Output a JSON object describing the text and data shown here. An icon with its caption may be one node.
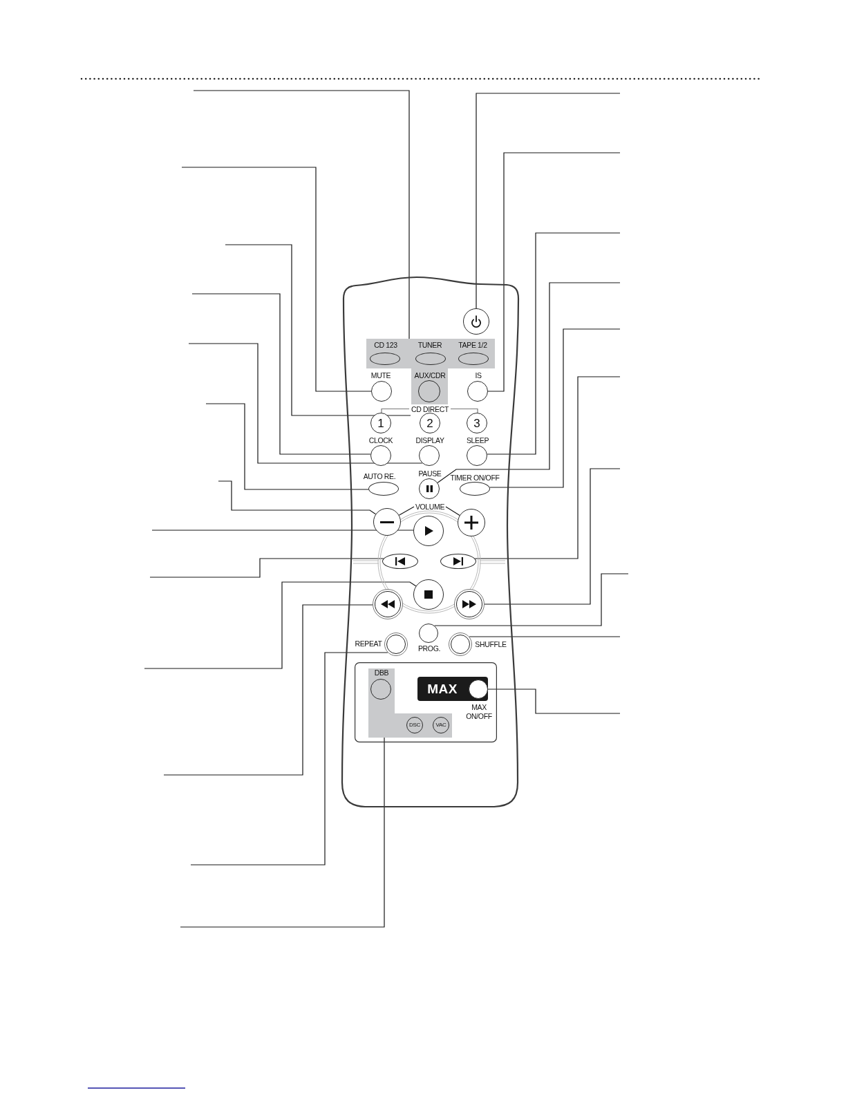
{
  "diagram": {
    "nodes": [
      {
        "text": [],
        "shape": "remote"
      },
      {
        "text": [],
        "shape": "circle",
        "in": 0
      },
      {
        "text": [],
        "shape": "box",
        "in": 0
      },
      {
        "text": [
          "CD 123"
        ],
        "in": 2
      },
      {
        "text": [
          "TUNER"
        ],
        "in": 2
      },
      {
        "text": [
          "TAPE 1/2"
        ],
        "in": 2
      },
      {
        "text": [
          "MUTE"
        ],
        "in": 0
      },
      {
        "text": [
          "AUX/CDR"
        ],
        "in": 0
      },
      {
        "text": [
          "IS"
        ],
        "in": 0
      },
      {
        "text": [
          "CD DIRECT"
        ],
        "in": 0
      },
      {
        "text": [
          "1"
        ],
        "in": 9
      },
      {
        "text": [
          "2"
        ],
        "in": 9
      },
      {
        "text": [
          "3"
        ],
        "in": 9
      },
      {
        "text": [
          "CLOCK"
        ],
        "in": 0
      },
      {
        "text": [
          "DISPLAY"
        ],
        "in": 0
      },
      {
        "text": [
          "SLEEP"
        ],
        "in": 0
      },
      {
        "text": [
          "AUTO RE."
        ],
        "in": 0
      },
      {
        "text": [
          "PAUSE"
        ],
        "in": 0
      },
      {
        "text": [
          "TIMER ON/OFF"
        ],
        "in": 0
      },
      {
        "text": [
          "VOLUME"
        ],
        "in": 0
      },
      {
        "text": [],
        "shape": "circle",
        "in": 0
      },
      {
        "text": [],
        "shape": "circle",
        "in": 0
      },
      {
        "text": [],
        "shape": "circle",
        "in": 0
      },
      {
        "text": [],
        "shape": "oval",
        "in": 0
      },
      {
        "text": [],
        "shape": "oval",
        "in": 0
      },
      {
        "text": [],
        "shape": "circle",
        "in": 0
      },
      {
        "text": [],
        "shape": "circle",
        "in": 0
      },
      {
        "text": [],
        "shape": "circle",
        "in": 0
      },
      {
        "text": [
          "REPEAT"
        ],
        "in": 0
      },
      {
        "text": [
          "PROG."
        ],
        "in": 0
      },
      {
        "text": [
          "SHUFFLE"
        ],
        "in": 0
      },
      {
        "text": [],
        "shape": "box",
        "in": 0
      },
      {
        "text": [],
        "shape": "box",
        "in": 31
      },
      {
        "text": [
          "DBB"
        ],
        "in": 32
      },
      {
        "text": [
          "MAX"
        ],
        "in": 31
      },
      {
        "text": [],
        "shape": "circle",
        "in": 34,
        "beside": [
          "MAX ON/OFF"
        ]
      },
      {
        "text": [
          "DSC"
        ],
        "in": 32
      },
      {
        "text": [
          "VAC"
        ],
        "in": 32
      }
    ],
    "edges": [
      {
        "from": null,
        "to": 2,
        "arrow": "none"
      },
      {
        "from": null,
        "to": 6,
        "arrow": "none"
      },
      {
        "from": null,
        "to": 9,
        "arrow": "none"
      },
      {
        "from": null,
        "to": 13,
        "arrow": "none"
      },
      {
        "from": null,
        "to": 14,
        "arrow": "none"
      },
      {
        "from": null,
        "to": 16,
        "arrow": "none"
      },
      {
        "from": null,
        "to": 20,
        "arrow": "none"
      },
      {
        "from": null,
        "to": 22,
        "arrow": "none"
      },
      {
        "from": null,
        "to": 23,
        "arrow": "none"
      },
      {
        "from": null,
        "to": 25,
        "arrow": "none"
      },
      {
        "from": null,
        "to": 26,
        "arrow": "none"
      },
      {
        "from": null,
        "to": 28,
        "arrow": "none"
      },
      {
        "from": null,
        "to": 32,
        "arrow": "none"
      },
      {
        "from": null,
        "to": 1,
        "arrow": "none"
      },
      {
        "from": null,
        "to": 8,
        "arrow": "none"
      },
      {
        "from": null,
        "to": 15,
        "arrow": "none"
      },
      {
        "from": null,
        "to": 17,
        "arrow": "none"
      },
      {
        "from": null,
        "to": 18,
        "arrow": "none"
      },
      {
        "from": null,
        "to": 24,
        "arrow": "none"
      },
      {
        "from": null,
        "to": 27,
        "arrow": "none"
      },
      {
        "from": null,
        "to": 29,
        "arrow": "none"
      },
      {
        "from": null,
        "to": 30,
        "arrow": "none"
      },
      {
        "from": null,
        "to": 35,
        "arrow": "none"
      },
      {
        "from": 19,
        "to": 20,
        "arrow": "none"
      },
      {
        "from": 19,
        "to": 21,
        "arrow": "none"
      }
    ]
  }
}
